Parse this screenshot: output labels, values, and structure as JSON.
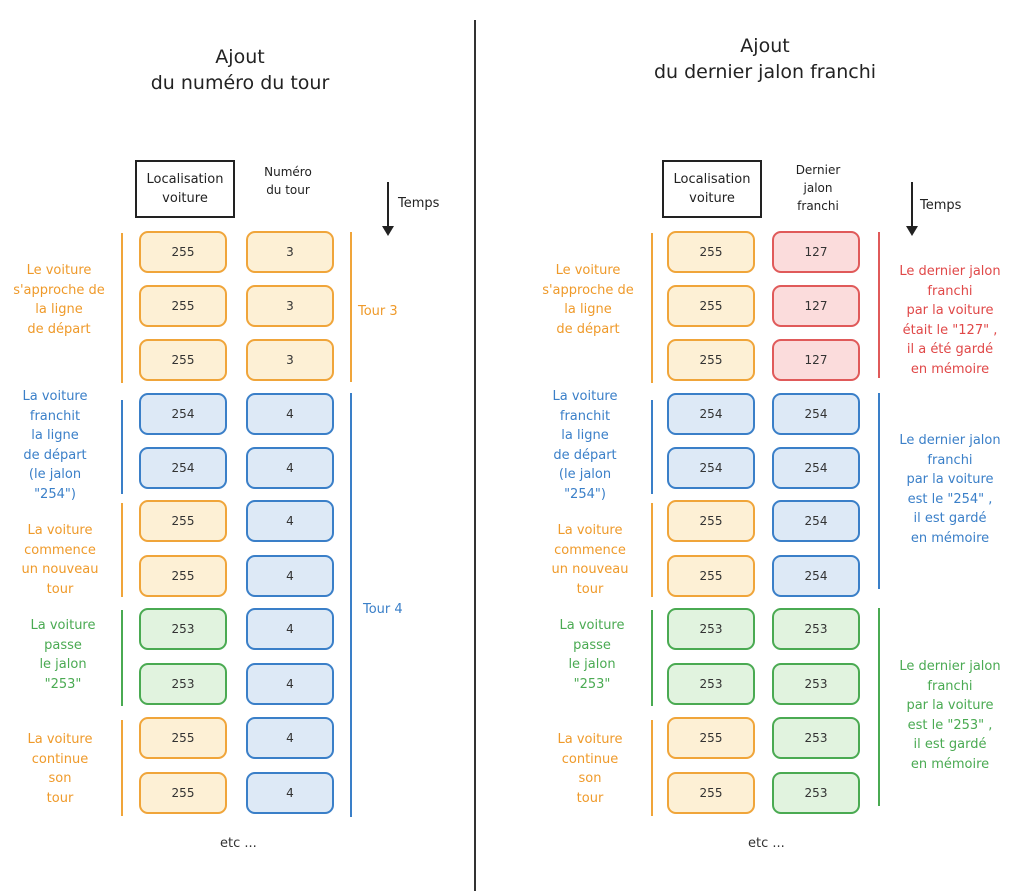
{
  "left": {
    "title_line1": "Ajout",
    "title_line2": "du numéro du tour",
    "header_location": "Localisation voiture",
    "header_value": "Numéro du tour",
    "temps": "Temps",
    "rows": [
      {
        "loc": "255",
        "val": "3",
        "loc_color": "orange",
        "val_color": "orange"
      },
      {
        "loc": "255",
        "val": "3",
        "loc_color": "orange",
        "val_color": "orange"
      },
      {
        "loc": "255",
        "val": "3",
        "loc_color": "orange",
        "val_color": "orange"
      },
      {
        "loc": "254",
        "val": "4",
        "loc_color": "blue",
        "val_color": "blue"
      },
      {
        "loc": "254",
        "val": "4",
        "loc_color": "blue",
        "val_color": "blue"
      },
      {
        "loc": "255",
        "val": "4",
        "loc_color": "orange",
        "val_color": "blue"
      },
      {
        "loc": "255",
        "val": "4",
        "loc_color": "orange",
        "val_color": "blue"
      },
      {
        "loc": "253",
        "val": "4",
        "loc_color": "green",
        "val_color": "blue"
      },
      {
        "loc": "253",
        "val": "4",
        "loc_color": "green",
        "val_color": "blue"
      },
      {
        "loc": "255",
        "val": "4",
        "loc_color": "orange",
        "val_color": "blue"
      },
      {
        "loc": "255",
        "val": "4",
        "loc_color": "orange",
        "val_color": "blue"
      }
    ],
    "labels": [
      {
        "lines": [
          "Le voiture",
          "s'approche de",
          "la ligne",
          "de départ"
        ],
        "color": "orange"
      },
      {
        "lines": [
          "La voiture",
          "franchit",
          "la ligne",
          "de départ",
          "(le jalon",
          "\"254\")"
        ],
        "color": "blue"
      },
      {
        "lines": [
          "La voiture",
          "commence",
          "un nouveau",
          "tour"
        ],
        "color": "orange"
      },
      {
        "lines": [
          "La voiture",
          "passe",
          "le jalon",
          "\"253\""
        ],
        "color": "green"
      },
      {
        "lines": [
          "La voiture",
          "continue",
          "son",
          "tour"
        ],
        "color": "orange"
      }
    ],
    "tour3": "Tour 3",
    "tour4": "Tour 4",
    "etc": "etc ..."
  },
  "right": {
    "title_line1": "Ajout",
    "title_line2": "du dernier jalon franchi",
    "header_location": "Localisation voiture",
    "header_value": "Dernier jalon franchi",
    "temps": "Temps",
    "rows": [
      {
        "loc": "255",
        "val": "127",
        "loc_color": "orange",
        "val_color": "red"
      },
      {
        "loc": "255",
        "val": "127",
        "loc_color": "orange",
        "val_color": "red"
      },
      {
        "loc": "255",
        "val": "127",
        "loc_color": "orange",
        "val_color": "red"
      },
      {
        "loc": "254",
        "val": "254",
        "loc_color": "blue",
        "val_color": "blue"
      },
      {
        "loc": "254",
        "val": "254",
        "loc_color": "blue",
        "val_color": "blue"
      },
      {
        "loc": "255",
        "val": "254",
        "loc_color": "orange",
        "val_color": "blue"
      },
      {
        "loc": "255",
        "val": "254",
        "loc_color": "orange",
        "val_color": "blue"
      },
      {
        "loc": "253",
        "val": "253",
        "loc_color": "green",
        "val_color": "green"
      },
      {
        "loc": "253",
        "val": "253",
        "loc_color": "green",
        "val_color": "green"
      },
      {
        "loc": "255",
        "val": "253",
        "loc_color": "orange",
        "val_color": "green"
      },
      {
        "loc": "255",
        "val": "253",
        "loc_color": "orange",
        "val_color": "green"
      }
    ],
    "labels": [
      {
        "lines": [
          "Le voiture",
          "s'approche de",
          "la ligne",
          "de départ"
        ],
        "color": "orange"
      },
      {
        "lines": [
          "La voiture",
          "franchit",
          "la ligne",
          "de départ",
          "(le jalon",
          "\"254\")"
        ],
        "color": "blue"
      },
      {
        "lines": [
          "La voiture",
          "commence",
          "un nouveau",
          "tour"
        ],
        "color": "orange"
      },
      {
        "lines": [
          "La voiture",
          "passe",
          "le jalon",
          "\"253\""
        ],
        "color": "green"
      },
      {
        "lines": [
          "La voiture",
          "continue",
          "son",
          "tour"
        ],
        "color": "orange"
      }
    ],
    "notes": [
      {
        "lines": [
          "Le dernier jalon",
          "franchi",
          "par la voiture",
          "était le \"127\" ,",
          "il a été gardé",
          "en mémoire"
        ],
        "color": "red"
      },
      {
        "lines": [
          "Le dernier jalon",
          "franchi",
          "par la voiture",
          "est le \"254\" ,",
          "il est gardé",
          "en mémoire"
        ],
        "color": "blue"
      },
      {
        "lines": [
          "Le dernier jalon",
          "franchi",
          "par la voiture",
          "est le \"253\" ,",
          "il est gardé",
          "en mémoire"
        ],
        "color": "green"
      }
    ],
    "etc": "etc ..."
  }
}
